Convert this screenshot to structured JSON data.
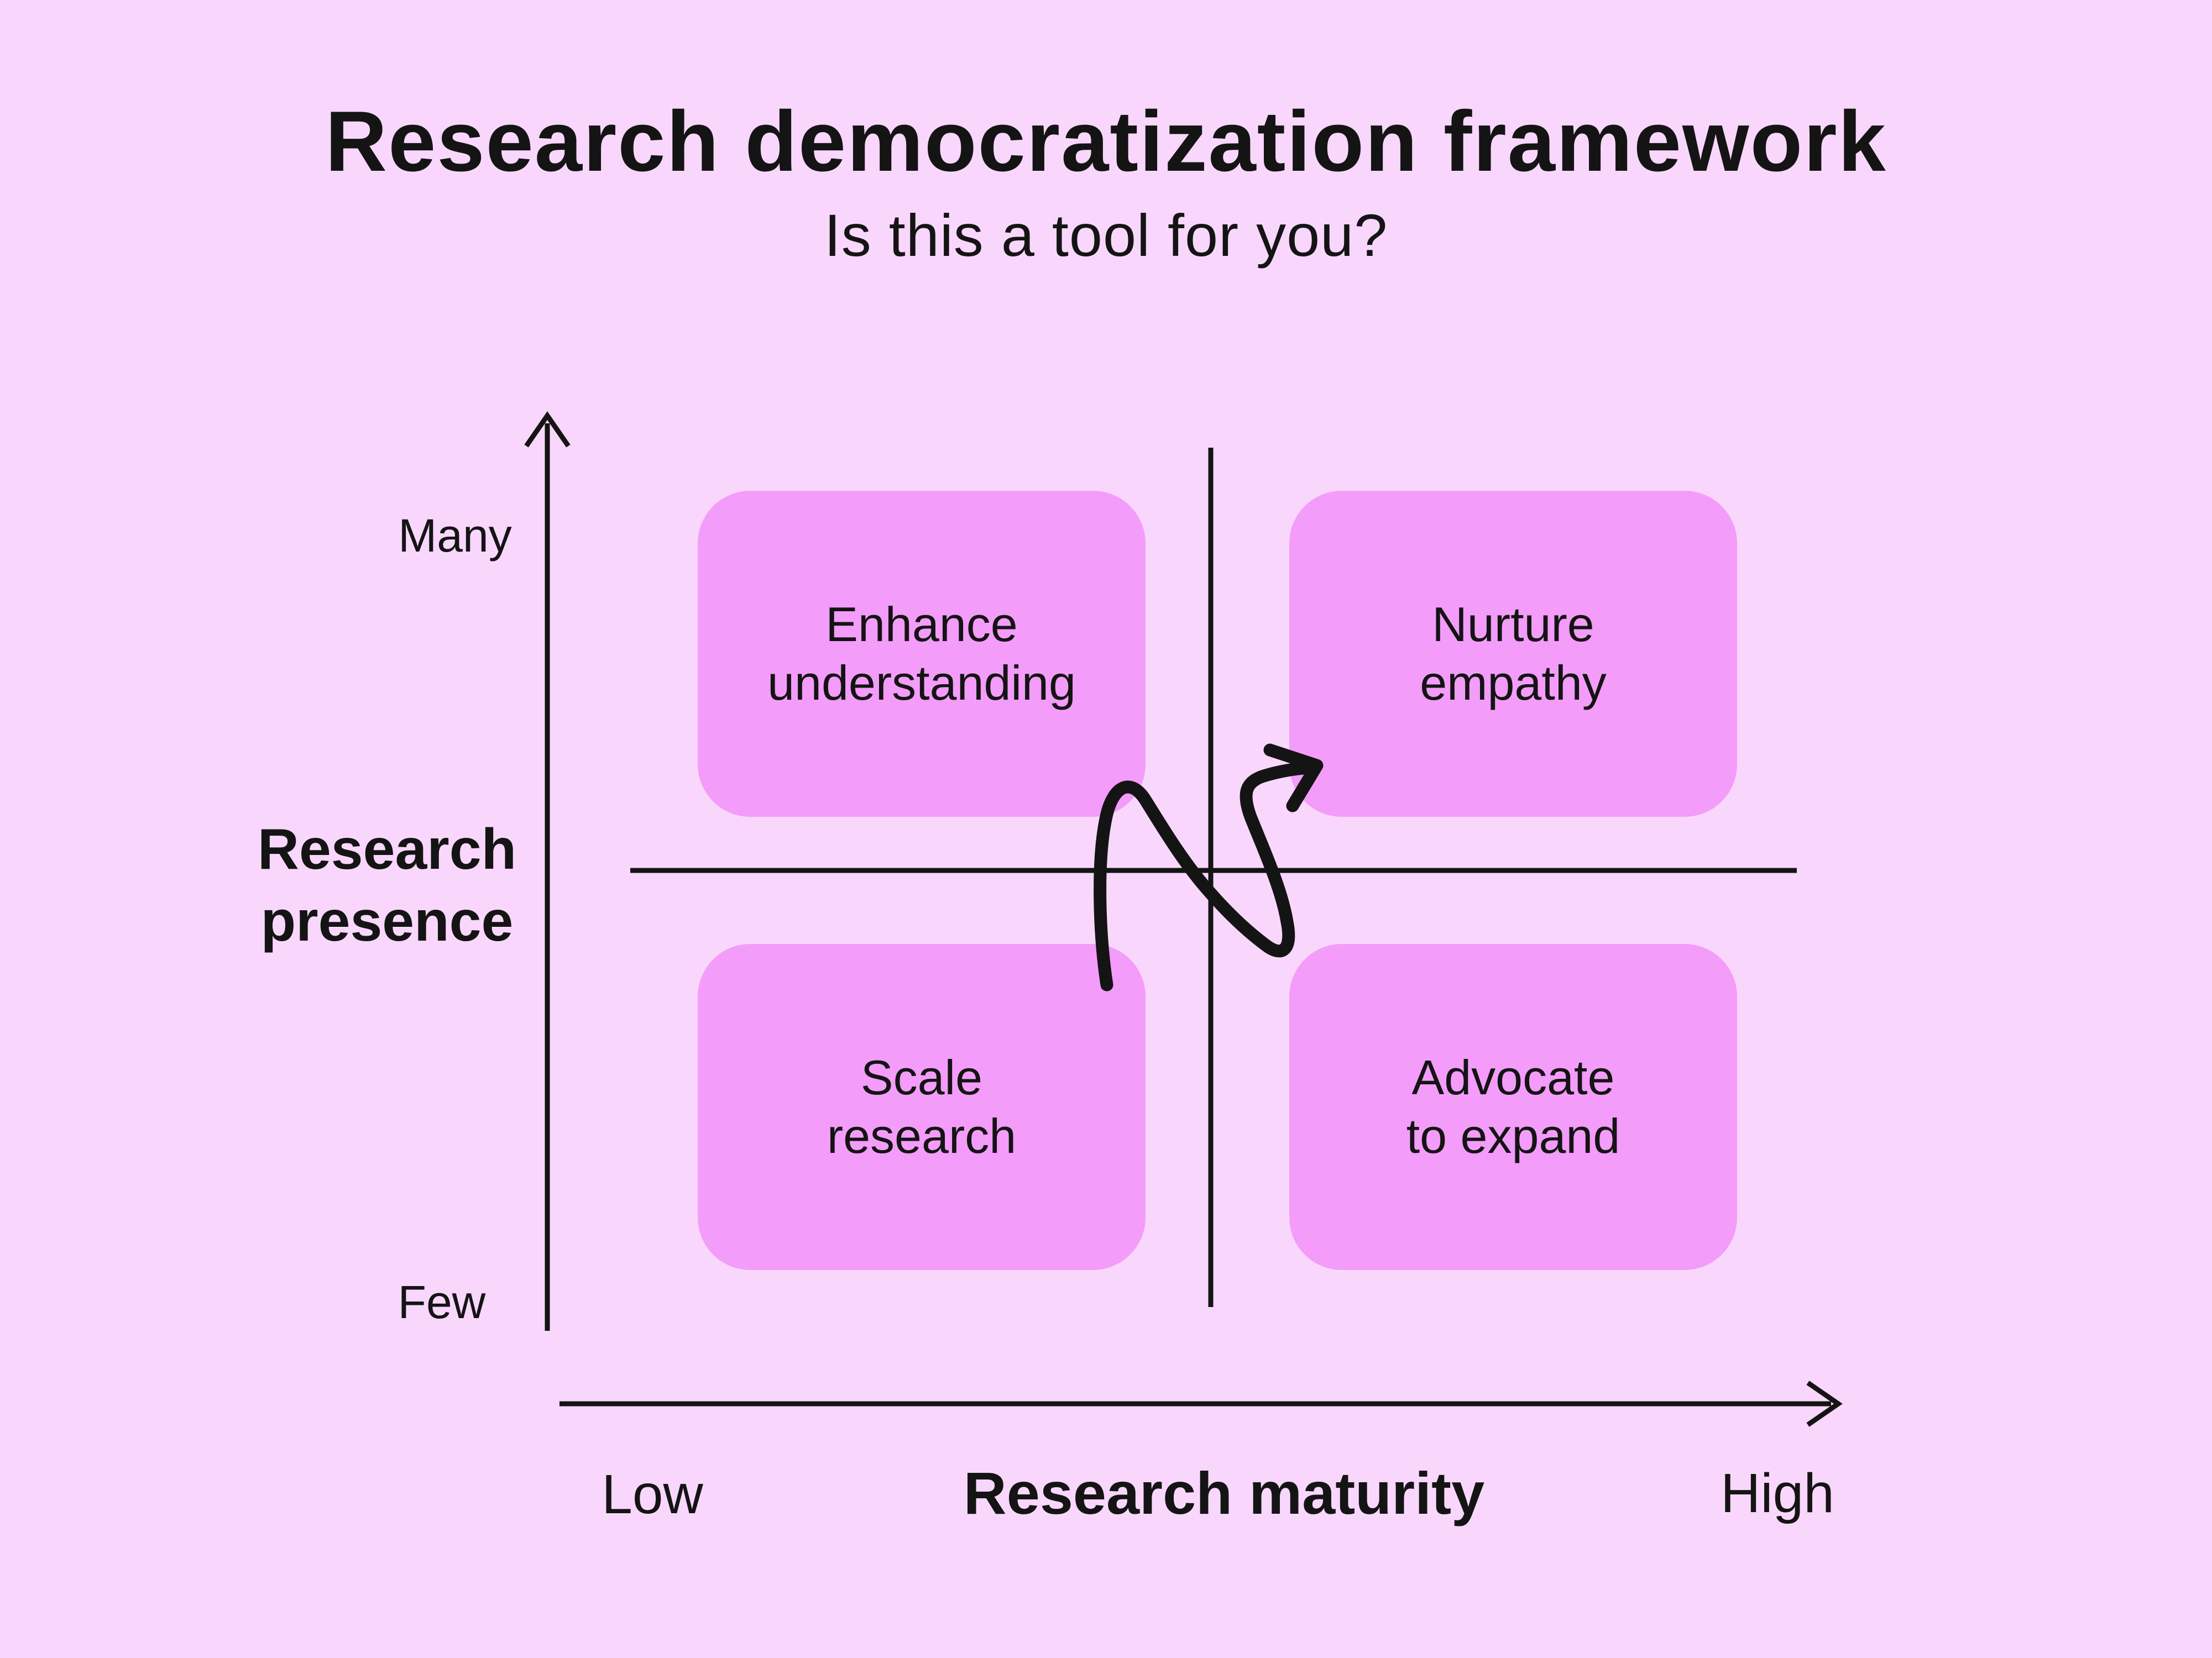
{
  "title": "Research democratization framework",
  "subtitle": "Is this a tool for you?",
  "colors": {
    "background": "#F9D7FC",
    "quadrant": "#F49CFA",
    "ink": "#141414"
  },
  "axes": {
    "y": {
      "title_lines": [
        "Research",
        "presence"
      ],
      "max_label": "Many",
      "min_label": "Few"
    },
    "x": {
      "title": "Research maturity",
      "min_label": "Low",
      "max_label": "High"
    }
  },
  "quadrants": {
    "top_left": {
      "lines": [
        "Enhance",
        "understanding"
      ]
    },
    "top_right": {
      "lines": [
        "Nurture",
        "empathy"
      ]
    },
    "bottom_left": {
      "lines": [
        "Scale",
        "research"
      ]
    },
    "bottom_right": {
      "lines": [
        "Advocate",
        "to expand"
      ]
    }
  },
  "annotation": {
    "type": "hand-drawn squiggle arrow",
    "direction": "from bottom-left quadrant area toward top-right quadrant"
  }
}
